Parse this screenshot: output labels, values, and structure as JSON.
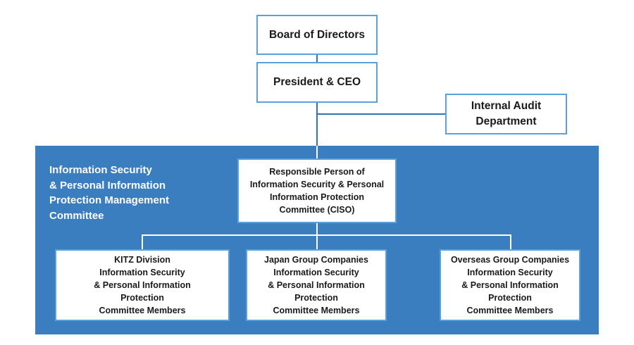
{
  "colors": {
    "panel": "#3a7ec0",
    "connector": "#2f75b5",
    "node_border": "#5aa1dc",
    "panel_text": "#ffffff",
    "node_text": "#1a1a1a"
  },
  "nodes": {
    "board": "Board of Directors",
    "president": "President & CEO",
    "audit": "Internal Audit\nDepartment",
    "ciso": "Responsible Person of\nInformation Security & Personal\nInformation Protection\nCommittee (CISO)",
    "kitz": "KITZ Division\nInformation Security\n& Personal Information\nProtection\nCommittee Members",
    "japan": "Japan Group Companies\nInformation Security\n& Personal Information\nProtection\nCommittee Members",
    "overseas": "Overseas Group Companies\nInformation Security\n& Personal Information\nProtection\nCommittee Members"
  },
  "committee_title": "Information Security\n& Personal Information\nProtection Management\nCommittee"
}
